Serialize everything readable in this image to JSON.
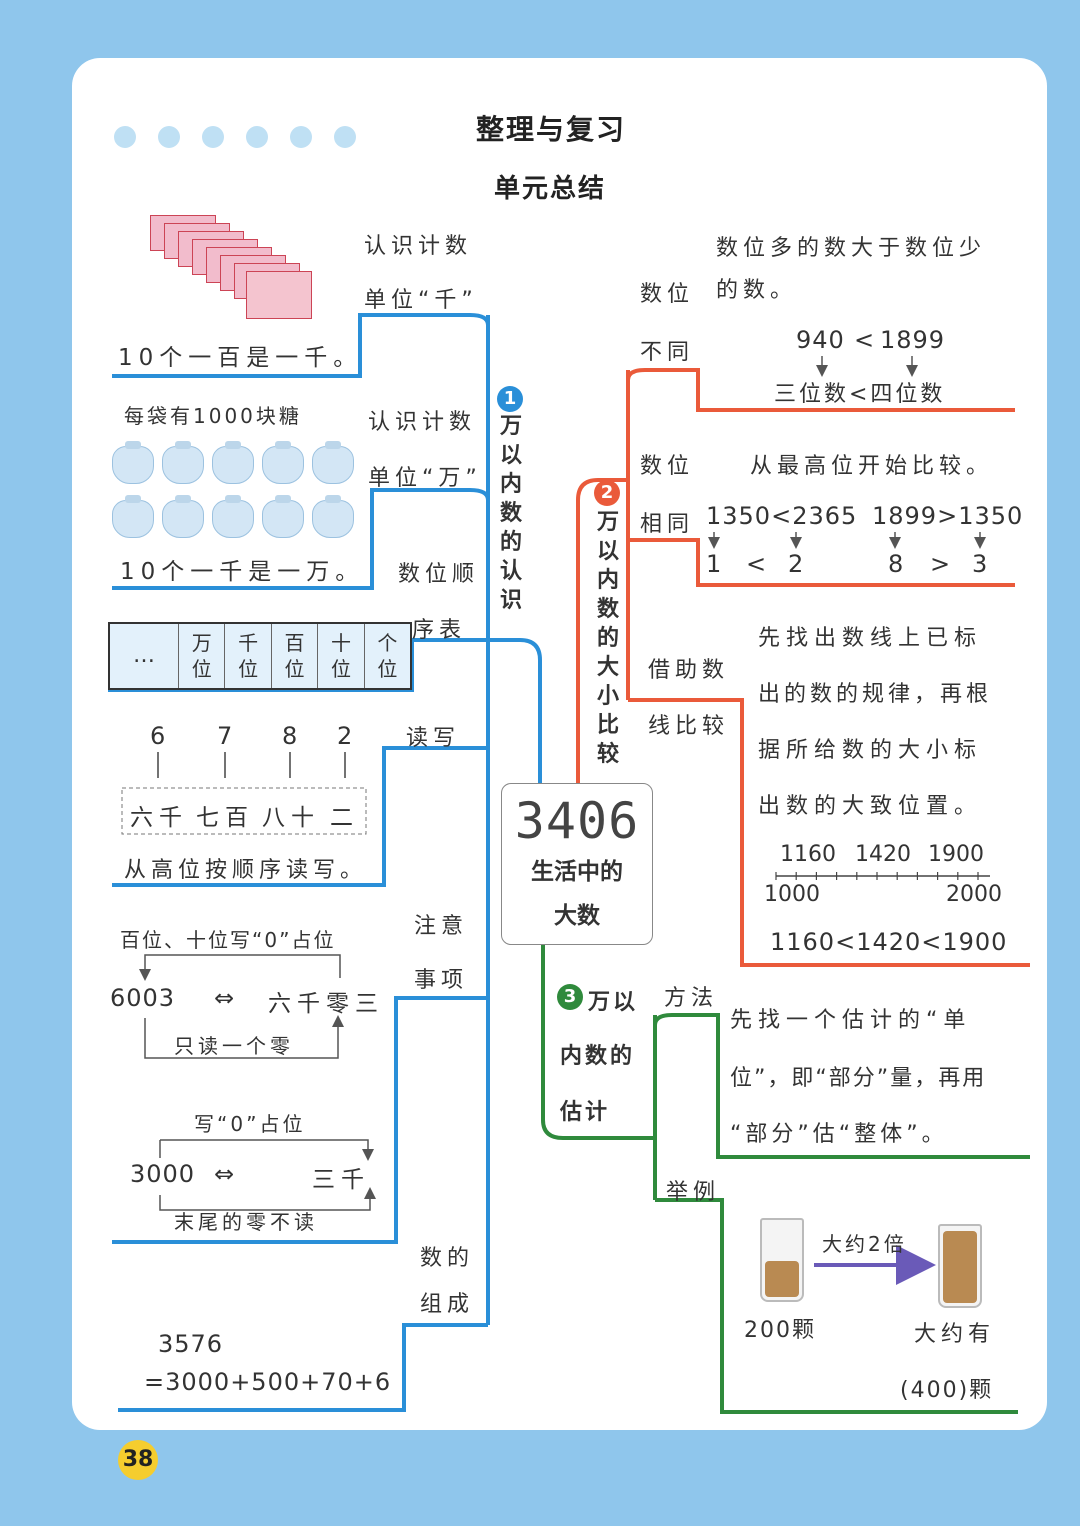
{
  "header": {
    "title": "整理与复习",
    "subtitle": "单元总结"
  },
  "colors": {
    "blue": "#2a8fd8",
    "red": "#ea5a3a",
    "green": "#2f8a3c",
    "page_bg": "#8fc6ec"
  },
  "center": {
    "number": "3406",
    "label_line1": "生活中的",
    "label_line2": "大数"
  },
  "branch1": {
    "badge": "1",
    "title": "万以内数的认识",
    "thousand": {
      "label_line1": "认识计数",
      "label_line2": "单位“千”",
      "note": "10个一百是一千。"
    },
    "tenthousand": {
      "caption": "每袋有1000块糖",
      "label_line1": "认识计数",
      "label_line2": "单位“万”",
      "note": "10个一千是一万。"
    },
    "place_table": {
      "label_line1": "数位顺",
      "label_line2": "序表",
      "cells": [
        {
          "top": "…",
          "bottom": ""
        },
        {
          "top": "万",
          "bottom": "位"
        },
        {
          "top": "千",
          "bottom": "位"
        },
        {
          "top": "百",
          "bottom": "位"
        },
        {
          "top": "十",
          "bottom": "位"
        },
        {
          "top": "个",
          "bottom": "位"
        }
      ]
    },
    "read_write": {
      "label": "读写",
      "digits": [
        "6",
        "7",
        "8",
        "2"
      ],
      "words": [
        "六千",
        "七百",
        "八十",
        "二"
      ],
      "note": "从高位按顺序读写。"
    },
    "attention": {
      "label_line1": "注意",
      "label_line2": "事项",
      "ex1": {
        "top": "百位、十位写“0”占位",
        "number": "6003",
        "arrow": "⇔",
        "words": "六千零三",
        "bottom": "只读一个零"
      },
      "ex2": {
        "top": "写“0”占位",
        "number": "3000",
        "arrow": "⇔",
        "words": "三千",
        "bottom": "末尾的零不读"
      }
    },
    "composition": {
      "label_line1": "数的",
      "label_line2": "组成",
      "line1": "3576",
      "line2": "=3000+500+70+6"
    }
  },
  "branch2": {
    "badge": "2",
    "title": "万以内数的大小比较",
    "different": {
      "label_line1": "数位",
      "label_line2": "不同",
      "rule_line1": "数位多的数大于数位少",
      "rule_line2": "的数。",
      "ex_left": "940",
      "ex_op": "<",
      "ex_right": "1899",
      "result": "三位数<四位数"
    },
    "same": {
      "label_line1": "数位",
      "label_line2": "相同",
      "rule": "从最高位开始比较。",
      "ex1": "1350<2365",
      "ex2": "1899>1350",
      "d1": "1",
      "op1": "<",
      "d2": "2",
      "d3": "8",
      "op2": ">",
      "d4": "3"
    },
    "numberline": {
      "label_line1": "借助数",
      "label_line2": "线比较",
      "text_lines": [
        "先找出数线上已标",
        "出的数的规律，再根",
        "据所给数的大小标",
        "出数的大致位置。"
      ],
      "top_values": [
        "1160",
        "1420",
        "1900"
      ],
      "start": "1000",
      "end": "2000",
      "result": "1160<1420<1900"
    }
  },
  "branch3": {
    "badge": "3",
    "title_line1": "万以",
    "title_line2": "内数的",
    "title_line3": "估计",
    "method": {
      "label": "方法",
      "text_lines": [
        "先找一个估计的“单",
        "位”，即“部分”量，再用",
        "“部分”估“整体”。"
      ]
    },
    "example": {
      "label": "举例",
      "arrow_label": "大约2倍",
      "left": "200颗",
      "right_line1": "大约有",
      "right_line2": "(400)颗"
    }
  },
  "page_number": "38"
}
